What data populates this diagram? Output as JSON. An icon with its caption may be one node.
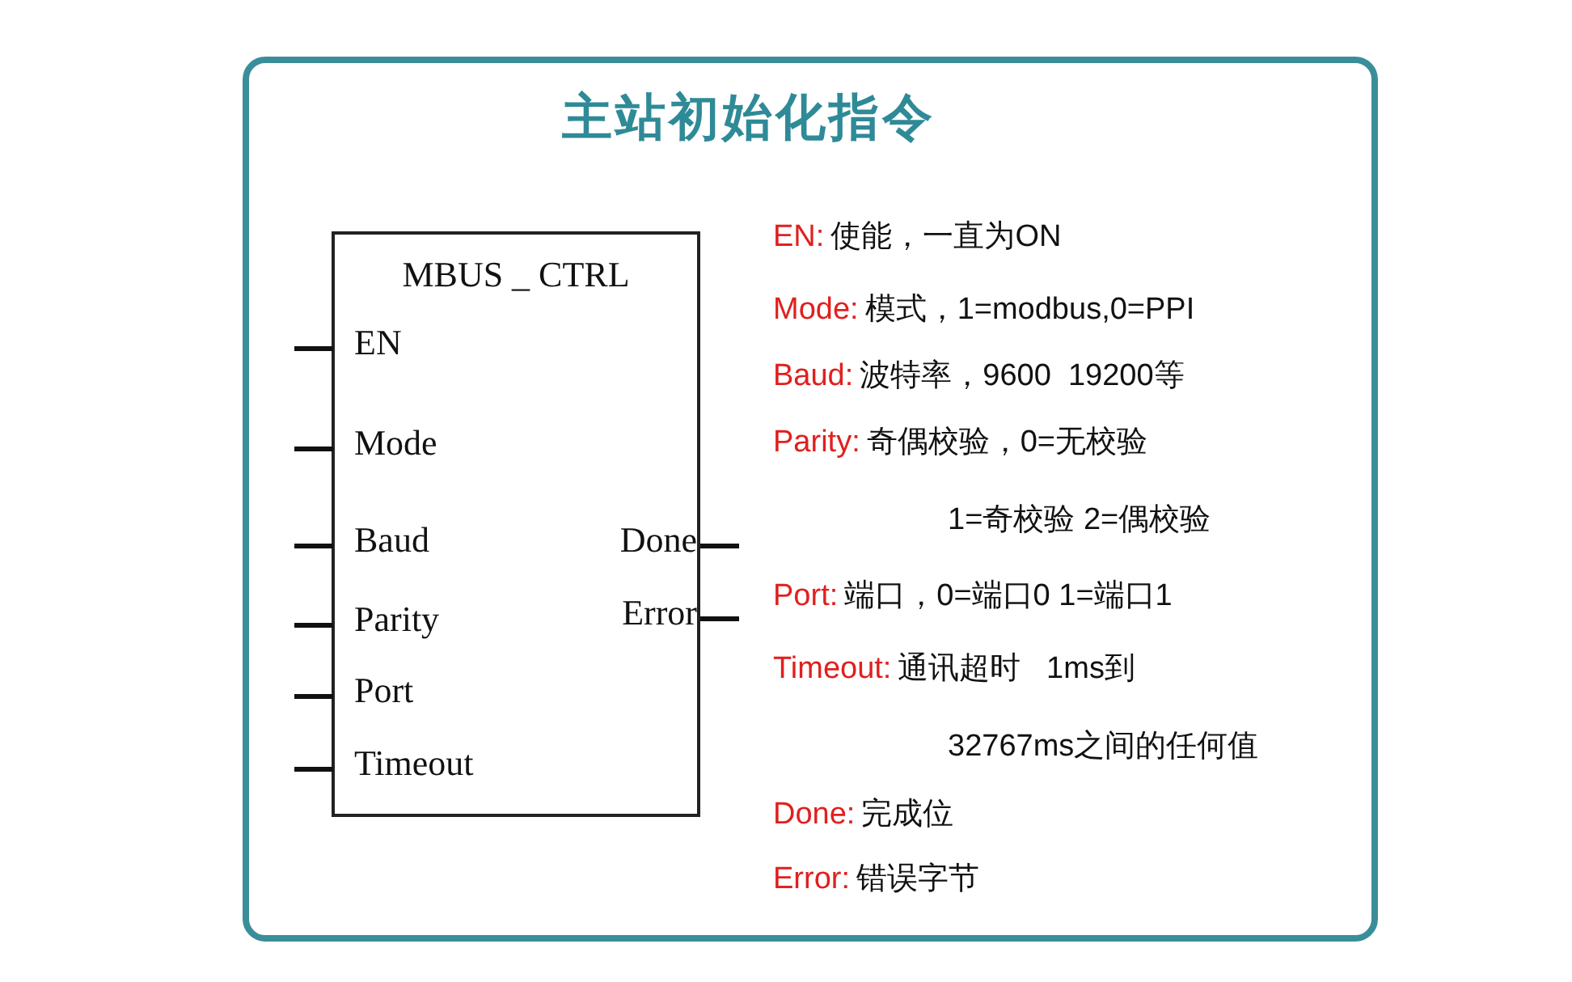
{
  "diagram": {
    "title": "主站初始化指令",
    "nodes": [
      {
        "text": [
          "MBUS _ CTRL",
          "EN",
          "Mode",
          "Baud",
          "Parity",
          "Port",
          "Timeout",
          "Done",
          "Error"
        ]
      }
    ],
    "edges": [],
    "labels": [
      "EN:",
      "使能，一直为ON",
      "Mode:",
      "模式，1=modbus,0=PPI",
      "Baud:",
      "波特率，9600  19200等",
      "Parity:",
      "奇偶校验，0=无校验",
      "1=奇校验 2=偶校验",
      "Port:",
      "端口，0=端口0 1=端口1",
      "Timeout:",
      "通讯超时   1ms到",
      "32767ms之间的任何值",
      "Done:",
      "完成位",
      "Error:",
      "错误字节"
    ]
  }
}
